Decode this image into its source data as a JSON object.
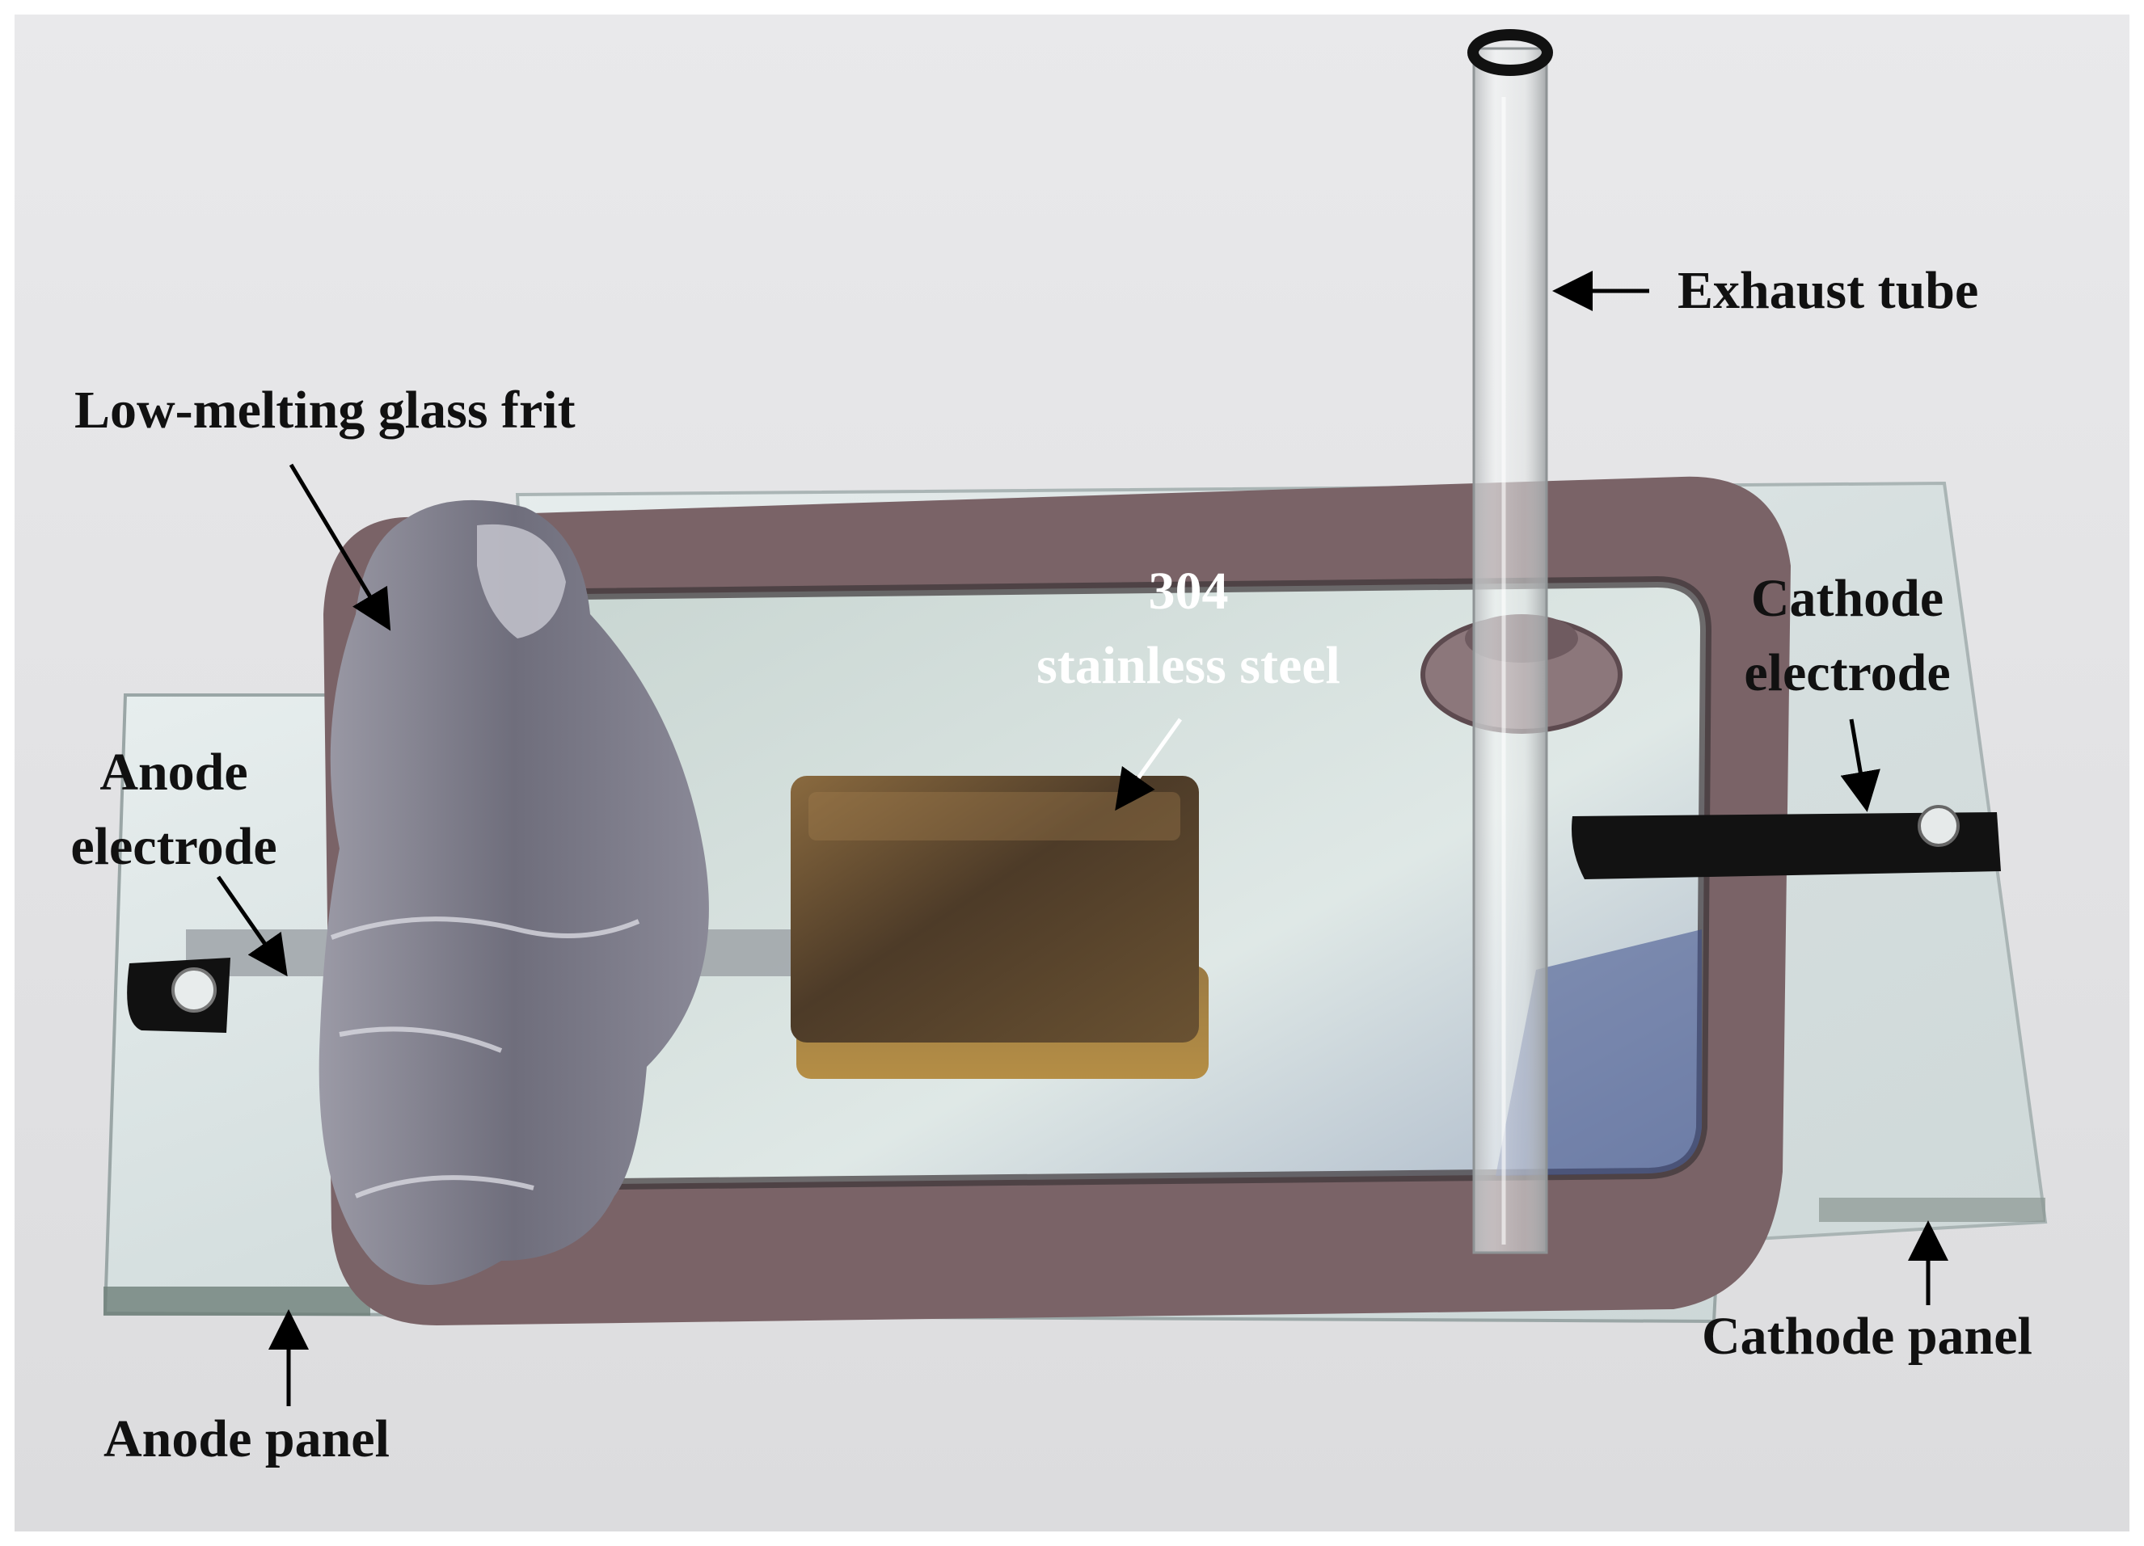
{
  "colors": {
    "background": "#e6e6e6",
    "glass_panel": "#dbe4e4",
    "frit": "#7a6367",
    "frit_dark": "#5d4a4f",
    "foil": "#8f8f99",
    "steel": "#6b5334",
    "electrode_black": "#121212",
    "label_text": "#111111",
    "label_on_dark": "#ffffff"
  },
  "labels": {
    "exhaust_tube": "Exhaust tube",
    "low_melting_glass_frit": "Low-melting glass frit",
    "stainless_line1": "304",
    "stainless_line2": "stainless steel",
    "cathode_electrode_line1": "Cathode",
    "cathode_electrode_line2": "electrode",
    "anode_electrode_line1": "Anode",
    "anode_electrode_line2": "electrode",
    "anode_panel": "Anode panel",
    "cathode_panel": "Cathode panel"
  }
}
